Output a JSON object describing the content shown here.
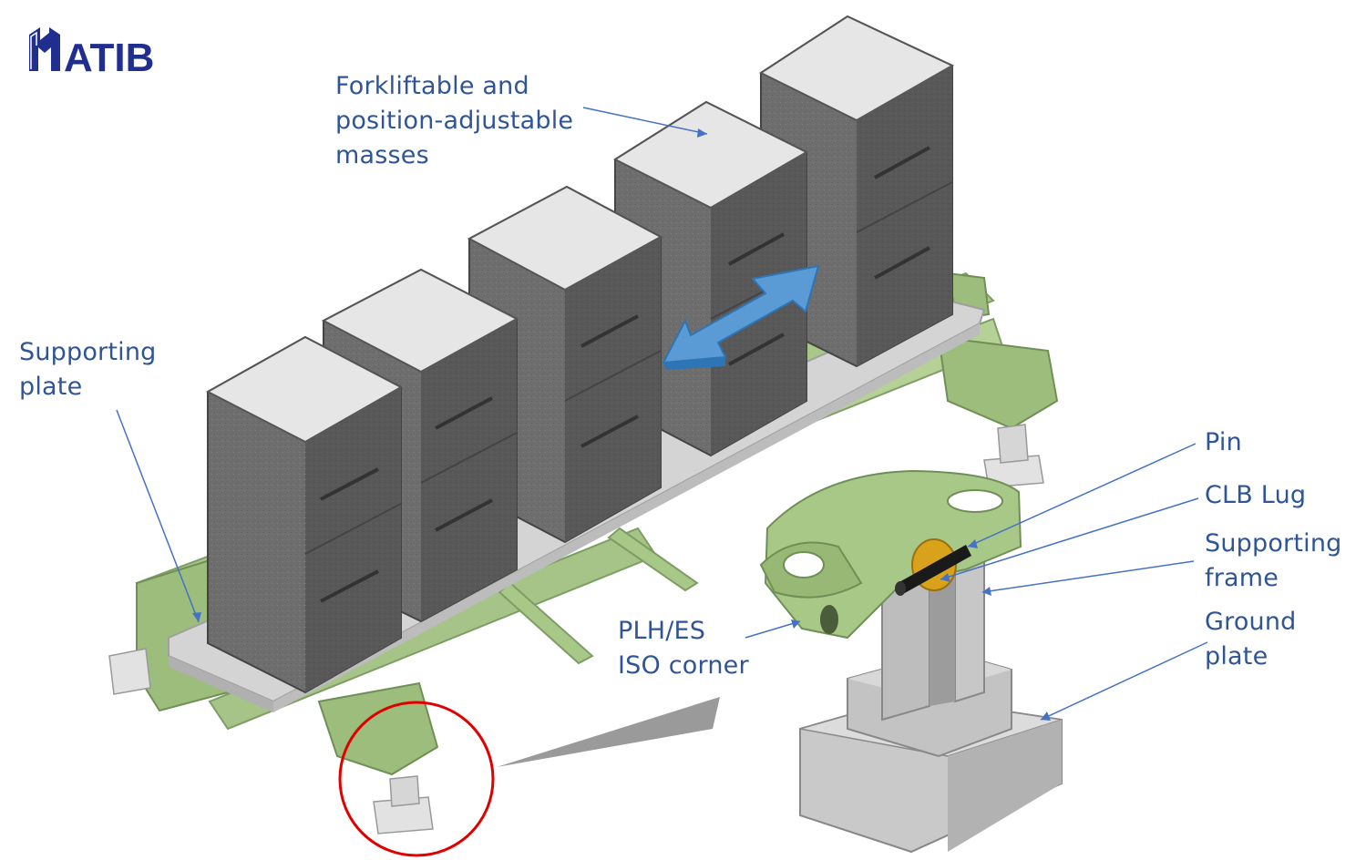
{
  "logo": {
    "text": "ATIB",
    "color": "#1f2e8f"
  },
  "labels": {
    "masses": "Forkliftable and\nposition-adjustable\nmasses",
    "supporting_plate": "Supporting\nplate",
    "pin": "Pin",
    "clb_lug": "CLB Lug",
    "supporting_frame": "Supporting\nframe",
    "ground_plate": "Ground\nplate",
    "iso_corner": "PLH/ES\nISO corner"
  },
  "colors": {
    "label_text": "#2f5597",
    "leader_line": "#4472c4",
    "frame_green": "#a8c888",
    "mass_grey": "#6b6b6b",
    "mass_top": "#e6e6e6",
    "plate_grey": "#c8c8c8",
    "arrow_blue": "#5b9bd5",
    "lug_orange": "#d9a21b",
    "highlight_circle": "#e00000"
  },
  "icons": {
    "adjust_arrow": "double-headed-arrow",
    "highlight": "circle-outline"
  }
}
